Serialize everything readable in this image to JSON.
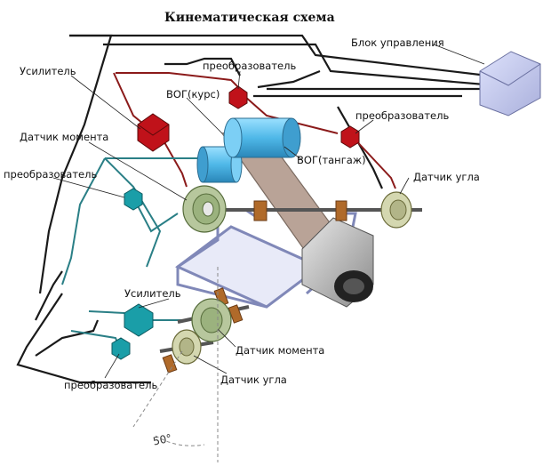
{
  "title": "Кинематическая схема",
  "labels": {
    "control_block": "Блок управления",
    "amplifier_top": "Усилитель",
    "converter_top": "преобразователь",
    "fog_course": "ВОГ(курс)",
    "converter_right": "преобразователь",
    "torque_sensor_top": "Датчик момента",
    "converter_left": "преобразователь",
    "fog_pitch": "ВОГ(тангаж)",
    "angle_sensor_right": "Датчик угла",
    "amplifier_bottom": "Усилитель",
    "torque_sensor_bottom": "Датчик момента",
    "converter_bottom": "преобразователь",
    "angle_sensor_bottom": "Датчик угла",
    "angle": "50°"
  },
  "colors": {
    "red_box": "#c0121a",
    "teal_box": "#1a9ea8",
    "teal_wire": "#2a7f86",
    "wire": "#1a1a1a",
    "red_wire": "#8b1a1a",
    "gyro": "#5bc0ea",
    "platform": "#b9a397",
    "frame": "#c9cfe8",
    "sensor": "#b7c79d",
    "camera": "#c9c9c9",
    "control_block": "#c8cdf0"
  }
}
